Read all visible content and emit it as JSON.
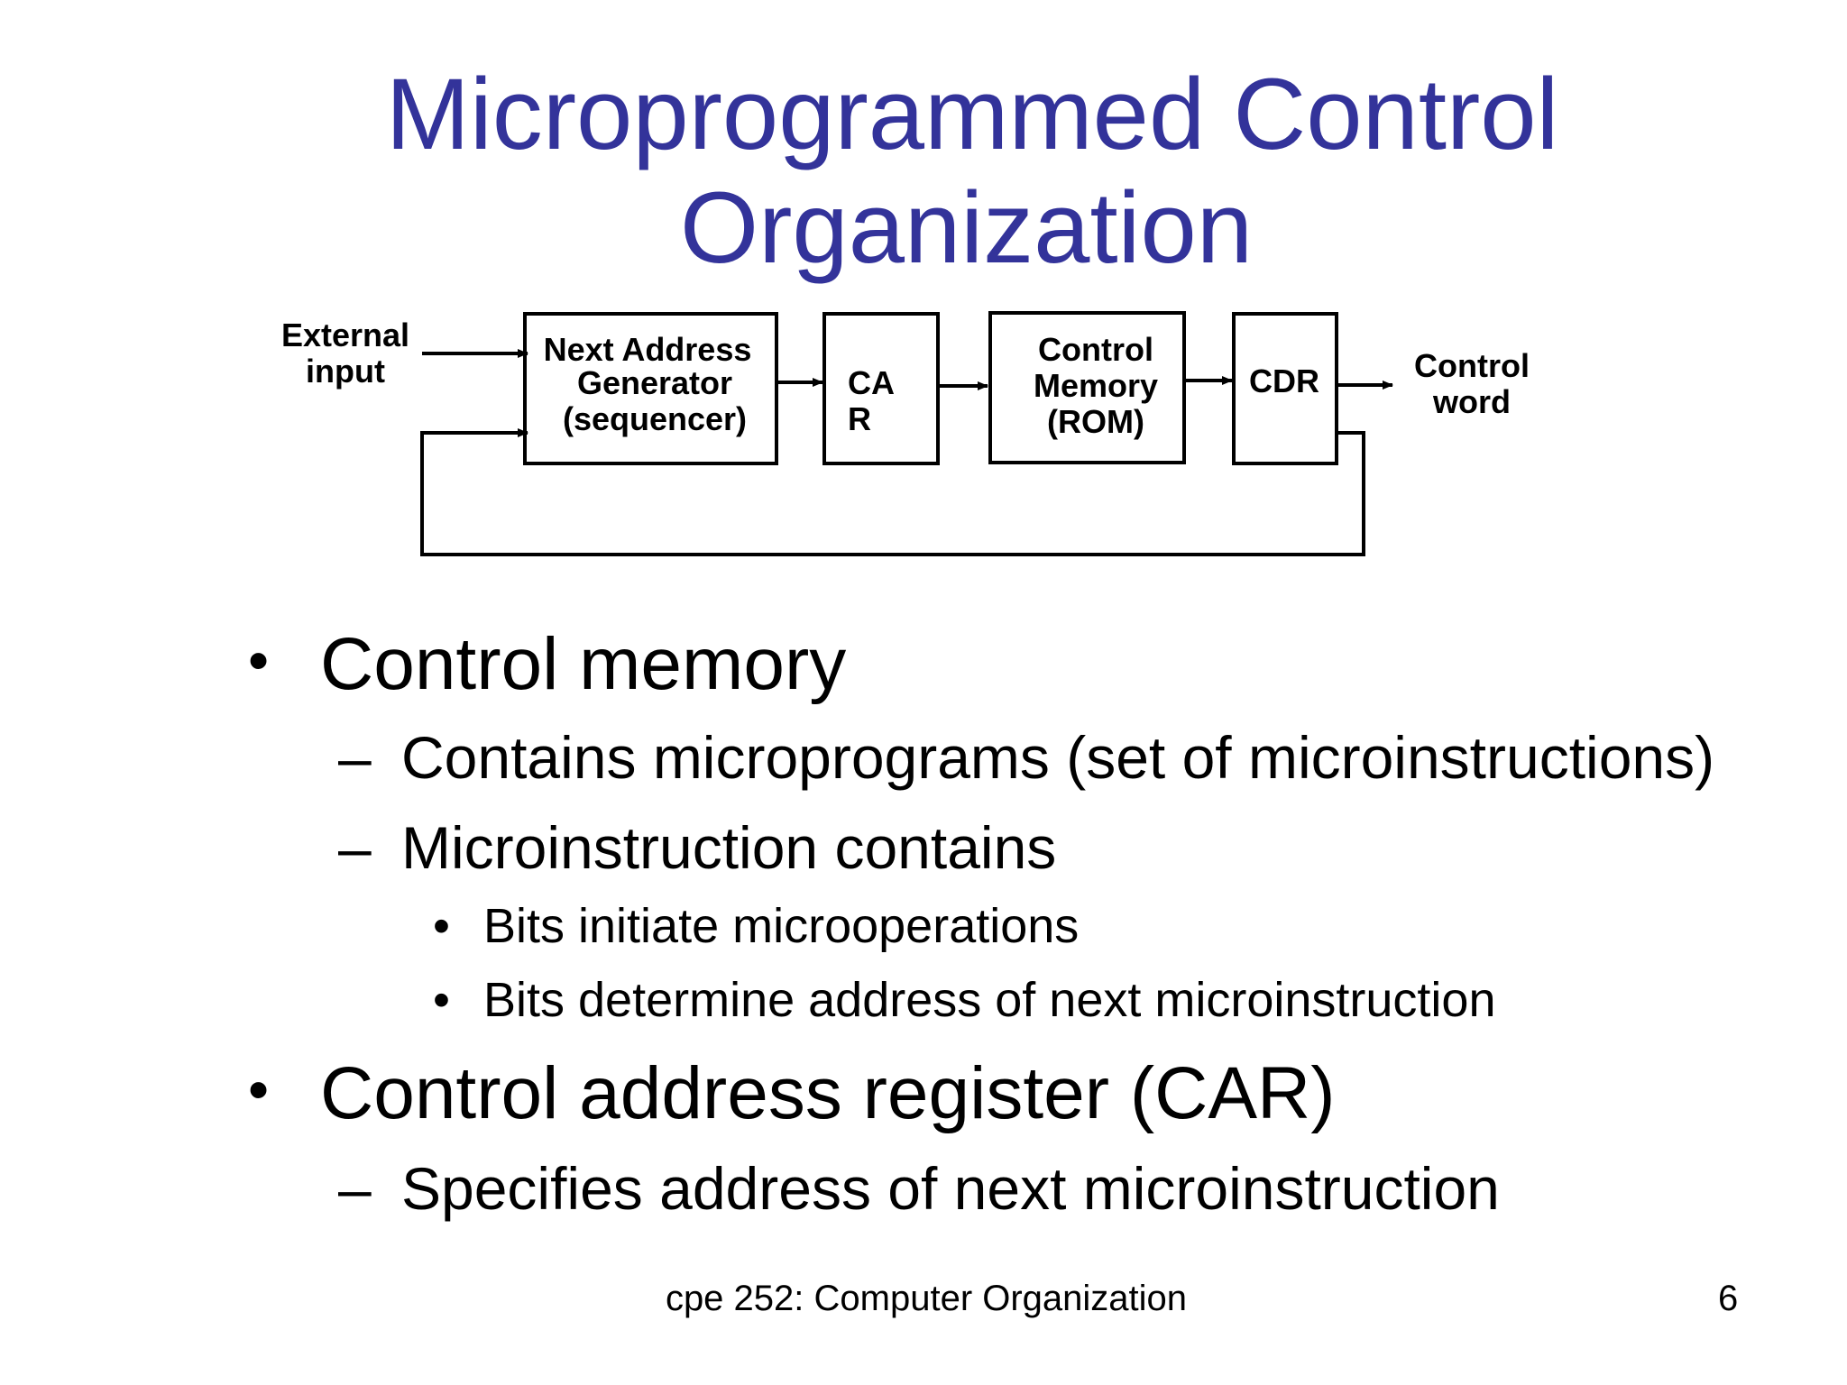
{
  "slide": {
    "title_line1": "Microprogrammed Control",
    "title_line2": "Organization",
    "footer": "cpe 252: Computer Organization",
    "page_number": "6",
    "title_color": "#33339a"
  },
  "diagram": {
    "external_input": [
      "External",
      "input"
    ],
    "next_address_generator": [
      "Next Address",
      "Generator",
      "(sequencer)"
    ],
    "car": [
      "CA",
      "R"
    ],
    "control_memory": [
      "Control",
      "Memory",
      "(ROM)"
    ],
    "cdr": [
      "CDR"
    ],
    "control_word": [
      "Control",
      "word"
    ]
  },
  "bullets": [
    {
      "level": 1,
      "marker": "•",
      "text": "Control memory"
    },
    {
      "level": 2,
      "marker": "–",
      "text": "Contains microprograms (set of microinstructions)"
    },
    {
      "level": 2,
      "marker": "–",
      "text": "Microinstruction contains"
    },
    {
      "level": 3,
      "marker": "•",
      "text": "Bits initiate microoperations"
    },
    {
      "level": 3,
      "marker": "•",
      "text": "Bits determine address of next microinstruction"
    },
    {
      "level": 1,
      "marker": "•",
      "text": "Control address register (CAR)"
    },
    {
      "level": 2,
      "marker": "–",
      "text": "Specifies address of next microinstruction"
    }
  ]
}
